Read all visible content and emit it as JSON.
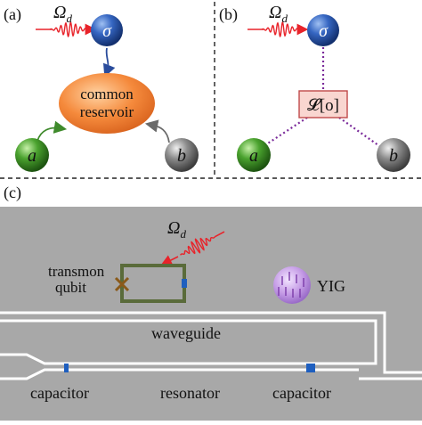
{
  "panels": {
    "a": {
      "label": "(a)",
      "omega": "Ω",
      "omega_sub": "d",
      "sigma": "σ",
      "reservoir_line1": "common",
      "reservoir_line2": "reservoir",
      "node_a": "a",
      "node_b": "b"
    },
    "b": {
      "label": "(b)",
      "omega": "Ω",
      "omega_sub": "d",
      "sigma": "σ",
      "lindblad": "𝓛[o]",
      "node_a": "a",
      "node_b": "b"
    },
    "c": {
      "label": "(c)",
      "omega": "Ω",
      "omega_sub": "d",
      "transmon_line1": "transmon",
      "transmon_line2": "qubit",
      "yig": "YIG",
      "waveguide": "waveguide",
      "capacitor_left": "capacitor",
      "resonator": "resonator",
      "capacitor_right": "capacitor"
    }
  },
  "colors": {
    "sigma_node": "#2f5fb3",
    "a_node": "#3f9a2c",
    "b_node": "#808080",
    "reservoir": "#f08a3e",
    "drive_pulse": "#e8232a",
    "lindblad_box": "#f9d6d0",
    "dotted_link": "#7a2a9a",
    "chip_background": "#a8a8a8",
    "transmon_loop": "#5a6b3a",
    "junction": "#8a5a1a",
    "capacitor": "#1f5fbf",
    "yig_sphere": "#b58ad8"
  }
}
